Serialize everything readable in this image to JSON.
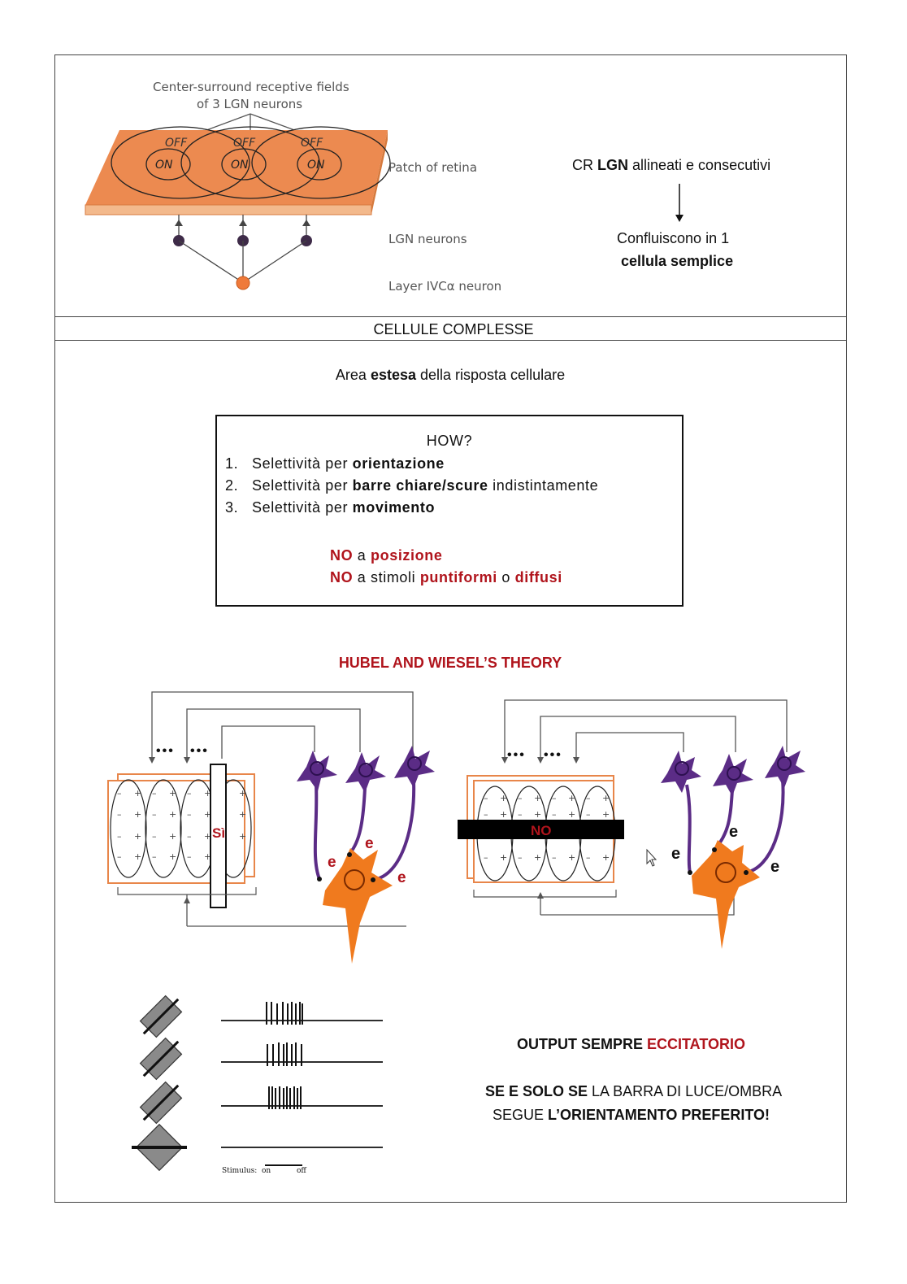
{
  "top_figure": {
    "title_line1": "Center-surround receptive fields",
    "title_line2": "of 3 LGN neurons",
    "off_label": "OFF",
    "on_label": "ON",
    "patch_label": "Patch of retina",
    "lgn_label": "LGN neurons",
    "layer_label": "Layer IVCα neuron"
  },
  "top_right": {
    "line1_pre": "CR ",
    "line1_bold": "LGN",
    "line1_post": " allineati e consecutivi",
    "line2": "Confluiscono in 1",
    "line3_bold": "cellula semplice"
  },
  "section_header": "CELLULE COMPLESSE",
  "area": {
    "pre": "Area ",
    "bold": "estesa",
    "post": " della risposta cellulare"
  },
  "how_box": {
    "title": "HOW?",
    "items": [
      {
        "num": "1.",
        "pre": "Selettività per ",
        "bold": "orientazione",
        "post": ""
      },
      {
        "num": "2.",
        "pre": "Selettività per ",
        "bold": "barre chiare/scure",
        "post": " indistintamente"
      },
      {
        "num": "3.",
        "pre": "Selettività per ",
        "bold": "movimento",
        "post": ""
      }
    ],
    "no1": {
      "no": "NO",
      "mid": " a ",
      "red": "posizione"
    },
    "no2": {
      "no": "NO",
      "mid": " a stimoli ",
      "red1": "puntiformi",
      "mid2": " o ",
      "red2": "diffusi"
    }
  },
  "theory_title": "HUBEL AND WIESEL’S THEORY",
  "diagram_left": {
    "bar_label": "Sì",
    "dots": "•••",
    "e_label": "e"
  },
  "diagram_right": {
    "bar_label": "NO",
    "dots": "•••",
    "e_label": "e"
  },
  "stimulus": {
    "label": "Stimulus:",
    "on": "on",
    "off": "off"
  },
  "output": {
    "line1_bold": "OUTPUT SEMPRE ",
    "line1_red": "ECCITATORIO",
    "line2_bold": "SE E SOLO SE",
    "line2_post": " LA BARRA DI LUCE/OMBRA",
    "line3_pre": "SEGUE ",
    "line3_bold": "L’ORIENTAMENTO PREFERITO!"
  },
  "colors": {
    "orange": "#e8864a",
    "purple": "#5b2c86",
    "red_text": "#b0141c",
    "neuron_orange": "#f07a1e"
  }
}
